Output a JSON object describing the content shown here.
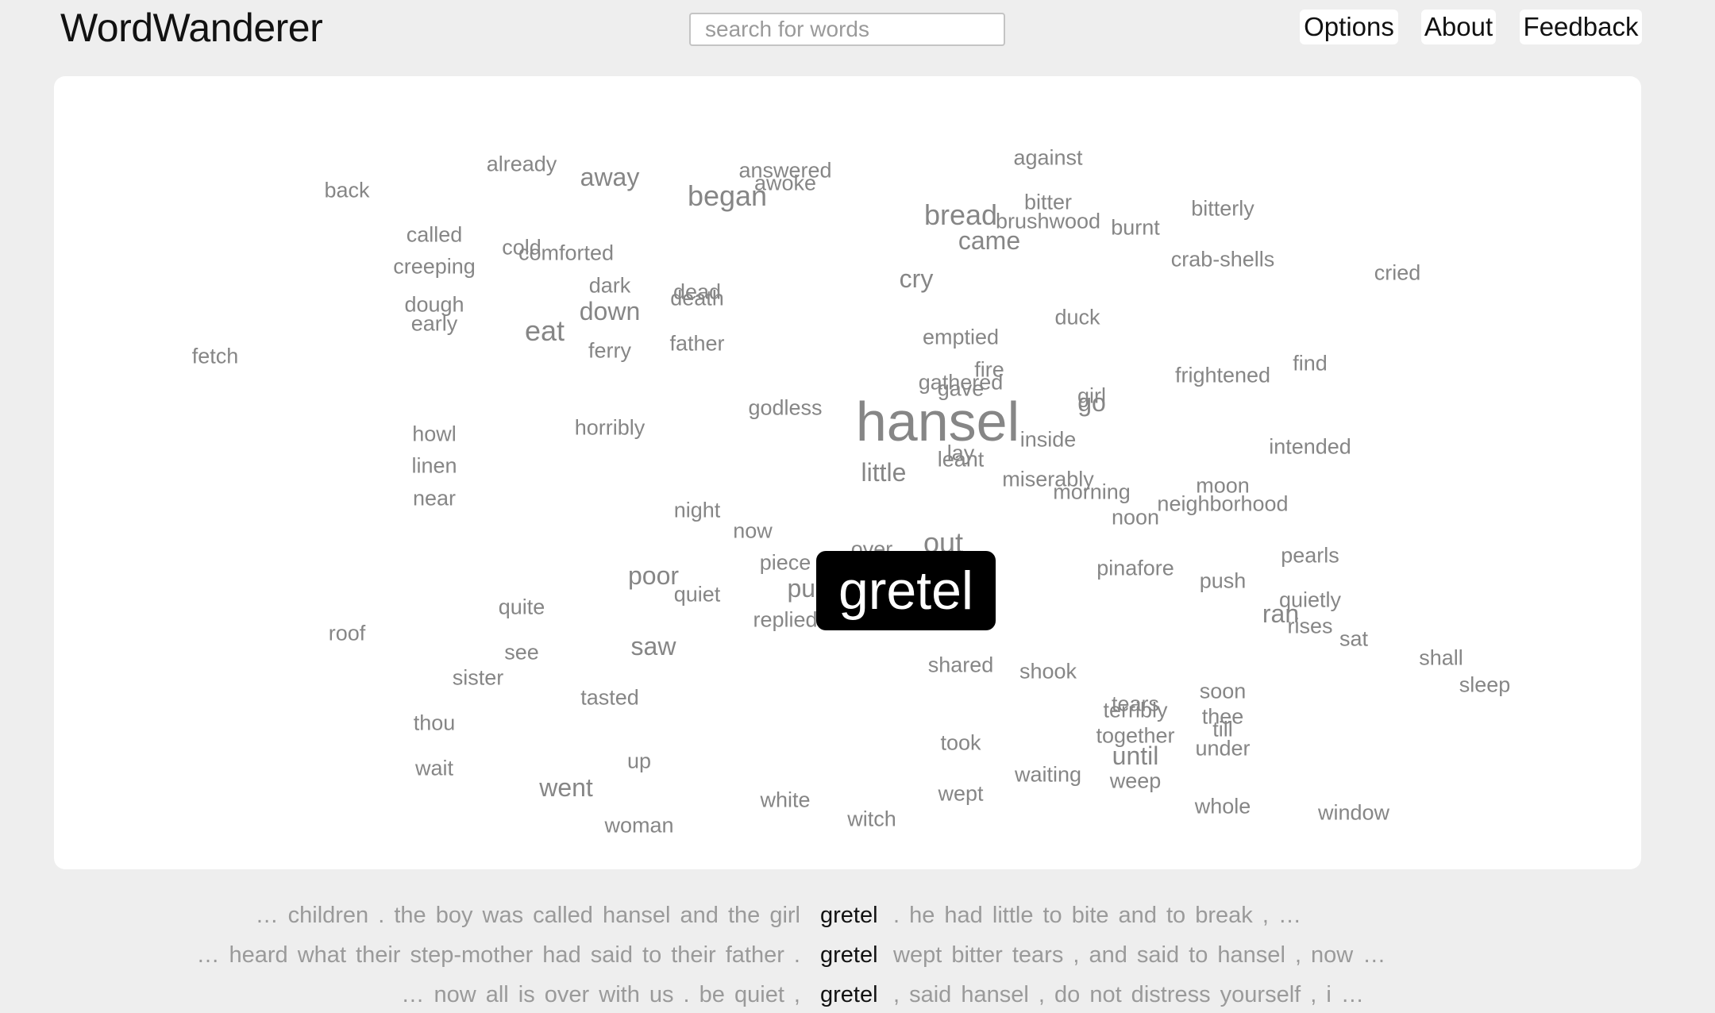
{
  "app": {
    "title": "WordWanderer"
  },
  "search": {
    "placeholder": "search for words"
  },
  "nav": {
    "options": "Options",
    "about": "About",
    "feedback": "Feedback"
  },
  "focus_word": "gretel",
  "cloud_words": [
    "back",
    "already",
    "away",
    "answered",
    "awoke",
    "began",
    "against",
    "bitter",
    "bread",
    "brushwood",
    "bitterly",
    "burnt",
    "came",
    "called",
    "cold",
    "comforted",
    "creeping",
    "crab-shells",
    "cried",
    "cry",
    "dark",
    "dead",
    "death",
    "down",
    "dough",
    "early",
    "eat",
    "duck",
    "fetch",
    "ferry",
    "father",
    "emptied",
    "fire",
    "gathered",
    "gave",
    "girl",
    "go",
    "frightened",
    "find",
    "howl",
    "horribly",
    "godless",
    "hansel",
    "inside",
    "intended",
    "lay",
    "leant",
    "little",
    "linen",
    "near",
    "miserably",
    "morning",
    "moon",
    "neighborhood",
    "night",
    "noon",
    "now",
    "out",
    "over",
    "piece",
    "pinafore",
    "pearls",
    "push",
    "poor",
    "quiet",
    "pushed",
    "quite",
    "replied",
    "quietly",
    "ran",
    "rises",
    "sat",
    "roof",
    "see",
    "saw",
    "shall",
    "sister",
    "shared",
    "shook",
    "sleep",
    "tasted",
    "tears",
    "terribly",
    "soon",
    "thee",
    "till",
    "thou",
    "together",
    "until",
    "under",
    "took",
    "wait",
    "up",
    "waiting",
    "weep",
    "went",
    "wept",
    "white",
    "witch",
    "whole",
    "window",
    "woman"
  ],
  "concordance": [
    {
      "left": "… children . the boy was called hansel and the girl",
      "key": "gretel",
      "right": ". he had little to bite and to break , …"
    },
    {
      "left": "… heard what their step-mother had said to their father .",
      "key": "gretel",
      "right": "wept bitter tears , and said to hansel , now …"
    },
    {
      "left": "… now all is over with us . be quiet ,",
      "key": "gretel",
      "right": ", said hansel , do not distress yourself , i …"
    }
  ]
}
